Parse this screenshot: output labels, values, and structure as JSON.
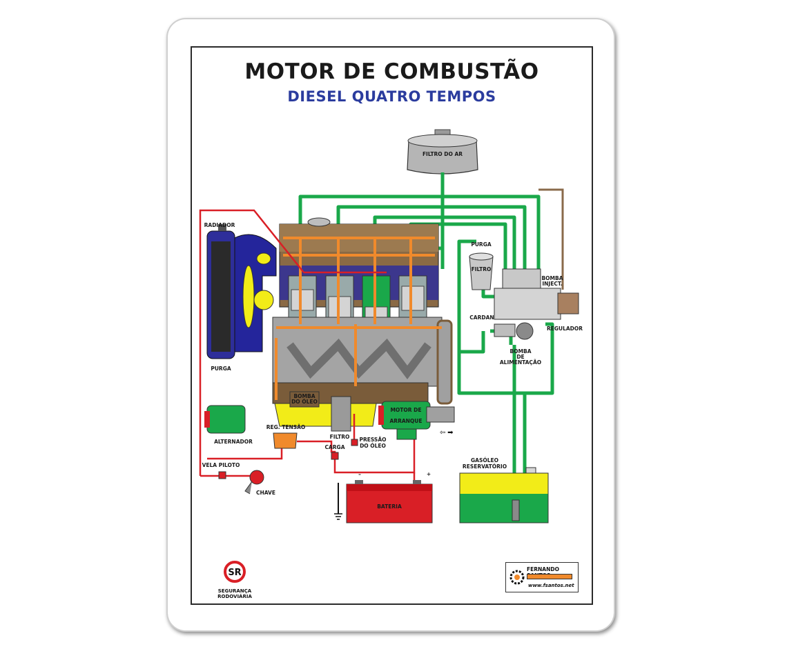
{
  "title": "MOTOR DE COMBUSTÃO",
  "subtitle": "DIESEL  QUATRO TEMPOS",
  "labels": {
    "filtro_ar": "FILTRO DO AR",
    "radiador": "RADIADOR",
    "purga_left": "PURGA",
    "purga_right": "PURGA",
    "filtro_fuel": "FILTRO",
    "bomba_inject_1": "BOMBA",
    "bomba_inject_2": "INJECT.",
    "cardan": "CARDAN",
    "regulador": "REGULADOR",
    "bomba_alim_1": "BOMBA",
    "bomba_alim_2": "DE",
    "bomba_alim_3": "ALIMENTAÇÃO",
    "bomba_oleo_1": "BOMBA",
    "bomba_oleo_2": "DO ÓLEO",
    "motor_arranque_1": "MOTOR DE",
    "motor_arranque_2": "ARRANQUE",
    "alternador": "ALTERNADOR",
    "reg_tensao": "REG. TENSÃO",
    "filtro_oleo": "FILTRO",
    "pressao_1": "PRESSÃO",
    "pressao_2": "DO ÓLEO",
    "carga": "CARGA",
    "vela_piloto": "VELA PILOTO",
    "chave": "CHAVE",
    "bateria": "BATERIA",
    "minus": "–",
    "plus": "+",
    "gasoleo_1": "GASÓLEO",
    "gasoleo_2": "RESERVATÓRIO"
  },
  "footer": {
    "left_brand": "SEGURANÇA RODOVIÁRIA",
    "right_brand": "FERNANDO SANTOS",
    "right_url": "www.fsantos.net"
  },
  "colors": {
    "green_pipe": "#1aa84a",
    "red_wire": "#d91f26",
    "orange_rod": "#f08a2c",
    "blue_coolant": "#24259b",
    "brown_block": "#7a5c3a",
    "yellow_oil": "#f2ec18",
    "title_blue": "#2b3c9e"
  }
}
